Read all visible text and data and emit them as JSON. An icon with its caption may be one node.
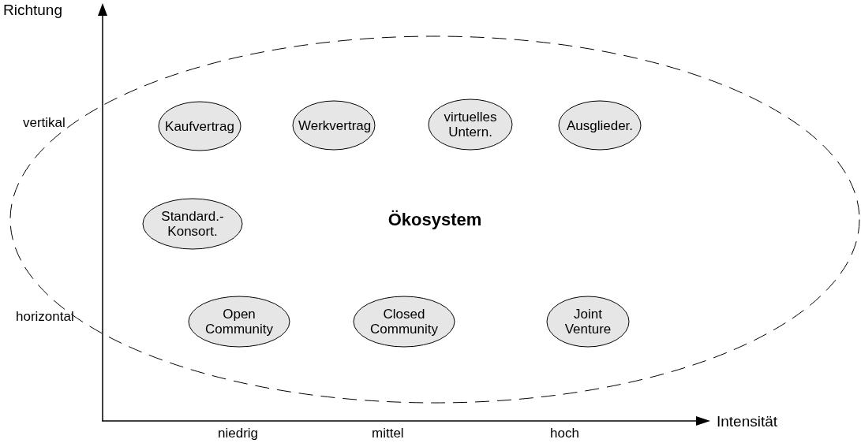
{
  "diagram": {
    "nodes": [
      {
        "text": [
          "Ökosystem"
        ]
      },
      {
        "text": [
          "Kaufvertrag"
        ],
        "in": 0
      },
      {
        "text": [
          "Werkvertrag"
        ],
        "in": 0
      },
      {
        "text": [
          "virtuelles Untern."
        ],
        "in": 0
      },
      {
        "text": [
          "Ausglieder."
        ],
        "in": 0
      },
      {
        "text": [
          "Standard.- Konsort."
        ],
        "in": 0
      },
      {
        "text": [
          "Open Community"
        ],
        "in": 0
      },
      {
        "text": [
          "Closed Community"
        ],
        "in": 0
      },
      {
        "text": [
          "Joint Venture"
        ],
        "in": 0
      }
    ],
    "edges": [],
    "labels": [
      "Richtung",
      "vertikal",
      "horizontal",
      "Intensität",
      "niedrig",
      "mittel",
      "hoch"
    ]
  }
}
